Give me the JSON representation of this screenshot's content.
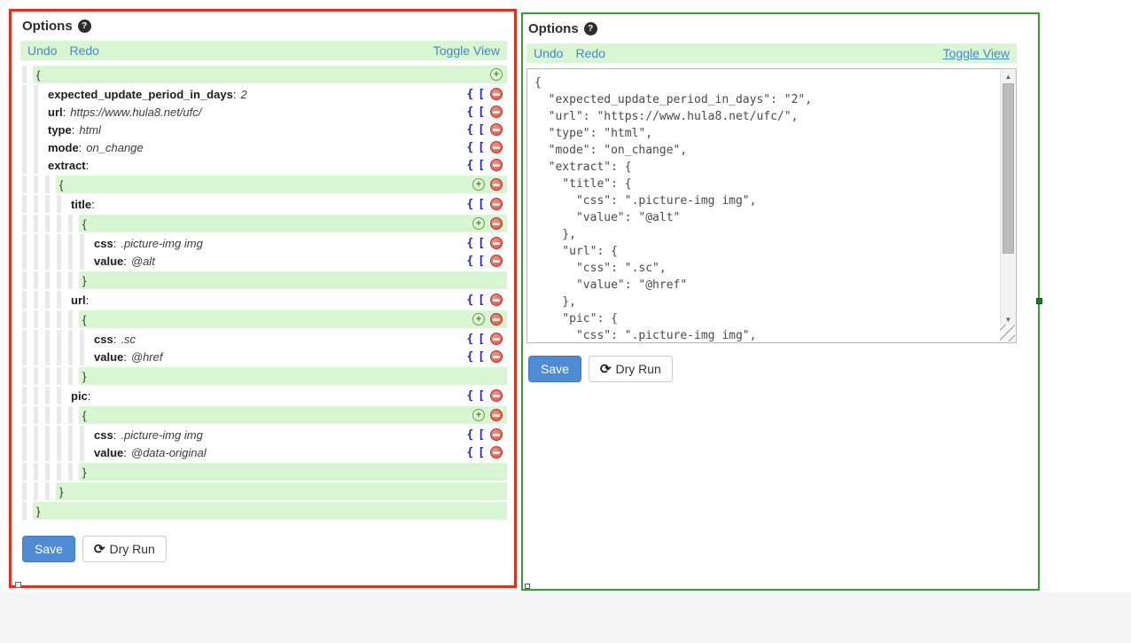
{
  "colors": {
    "left_panel_border": "#e0301e",
    "right_panel_border": "#2fa32f",
    "toolbar_bg": "#d8f6d2",
    "row_highlight_bg": "#d8f6d2",
    "link_blue": "#4687c7",
    "save_button_bg": "#4e8bd2",
    "icon_navy": "#2222c8",
    "minus_red": "#e35445",
    "plus_green": "#63a14c"
  },
  "left_panel": {
    "title": "Options",
    "help_icon": "?",
    "toolbar": {
      "undo": "Undo",
      "redo": "Redo",
      "toggle_view": "Toggle View"
    },
    "tree": [
      {
        "type": "open",
        "indent": 0,
        "text": "{",
        "icons": [
          "plus"
        ]
      },
      {
        "type": "pair",
        "indent": 1,
        "key": "expected_update_period_in_days",
        "value": "2",
        "icons": [
          "brace",
          "bracket",
          "minus"
        ]
      },
      {
        "type": "pair",
        "indent": 1,
        "key": "url",
        "value": "https://www.hula8.net/ufc/",
        "icons": [
          "brace",
          "bracket",
          "minus"
        ]
      },
      {
        "type": "pair",
        "indent": 1,
        "key": "type",
        "value": "html",
        "icons": [
          "brace",
          "bracket",
          "minus"
        ]
      },
      {
        "type": "pair",
        "indent": 1,
        "key": "mode",
        "value": "on_change",
        "icons": [
          "brace",
          "bracket",
          "minus"
        ]
      },
      {
        "type": "pair",
        "indent": 1,
        "key": "extract",
        "value": "",
        "icons": [
          "brace",
          "bracket",
          "minus"
        ]
      },
      {
        "type": "open",
        "indent": 2,
        "text": "{",
        "icons": [
          "plus",
          "minus"
        ]
      },
      {
        "type": "pair",
        "indent": 3,
        "key": "title",
        "value": "",
        "icons": [
          "brace",
          "bracket",
          "minus"
        ]
      },
      {
        "type": "open",
        "indent": 4,
        "text": "{",
        "icons": [
          "plus",
          "minus"
        ]
      },
      {
        "type": "pair",
        "indent": 5,
        "key": "css",
        "value": ".picture-img img",
        "icons": [
          "brace",
          "bracket",
          "minus"
        ]
      },
      {
        "type": "pair",
        "indent": 5,
        "key": "value",
        "value": "@alt",
        "icons": [
          "brace",
          "bracket",
          "minus"
        ]
      },
      {
        "type": "close",
        "indent": 4,
        "text": "}",
        "icons": []
      },
      {
        "type": "pair",
        "indent": 3,
        "key": "url",
        "value": "",
        "icons": [
          "brace",
          "bracket",
          "minus"
        ]
      },
      {
        "type": "open",
        "indent": 4,
        "text": "{",
        "icons": [
          "plus",
          "minus"
        ]
      },
      {
        "type": "pair",
        "indent": 5,
        "key": "css",
        "value": ".sc",
        "icons": [
          "brace",
          "bracket",
          "minus"
        ]
      },
      {
        "type": "pair",
        "indent": 5,
        "key": "value",
        "value": "@href",
        "icons": [
          "brace",
          "bracket",
          "minus"
        ]
      },
      {
        "type": "close",
        "indent": 4,
        "text": "}",
        "icons": []
      },
      {
        "type": "pair",
        "indent": 3,
        "key": "pic",
        "value": "",
        "icons": [
          "brace",
          "bracket",
          "minus"
        ]
      },
      {
        "type": "open",
        "indent": 4,
        "text": "{",
        "icons": [
          "plus",
          "minus"
        ]
      },
      {
        "type": "pair",
        "indent": 5,
        "key": "css",
        "value": ".picture-img img",
        "icons": [
          "brace",
          "bracket",
          "minus"
        ]
      },
      {
        "type": "pair",
        "indent": 5,
        "key": "value",
        "value": "@data-original",
        "icons": [
          "brace",
          "bracket",
          "minus"
        ]
      },
      {
        "type": "close",
        "indent": 4,
        "text": "}",
        "icons": []
      },
      {
        "type": "close",
        "indent": 2,
        "text": "}",
        "icons": []
      },
      {
        "type": "close",
        "indent": 0,
        "text": "}",
        "icons": []
      }
    ],
    "buttons": {
      "save": "Save",
      "dry_run": "Dry Run",
      "refresh_icon": "⟳"
    }
  },
  "right_panel": {
    "title": "Options",
    "help_icon": "?",
    "toolbar": {
      "undo": "Undo",
      "redo": "Redo",
      "toggle_view": "Toggle View"
    },
    "editor_lines": [
      "{",
      "  \"expected_update_period_in_days\": \"2\",",
      "  \"url\": \"https://www.hula8.net/ufc/\",",
      "  \"type\": \"html\",",
      "  \"mode\": \"on_change\",",
      "  \"extract\": {",
      "    \"title\": {",
      "      \"css\": \".picture-img img\",",
      "      \"value\": \"@alt\"",
      "    },",
      "    \"url\": {",
      "      \"css\": \".sc\",",
      "      \"value\": \"@href\"",
      "    },",
      "    \"pic\": {",
      "      \"css\": \".picture-img img\","
    ],
    "scrollbar": {
      "up_arrow": "▲",
      "down_arrow": "▼"
    },
    "buttons": {
      "save": "Save",
      "dry_run": "Dry Run",
      "refresh_icon": "⟳"
    }
  }
}
